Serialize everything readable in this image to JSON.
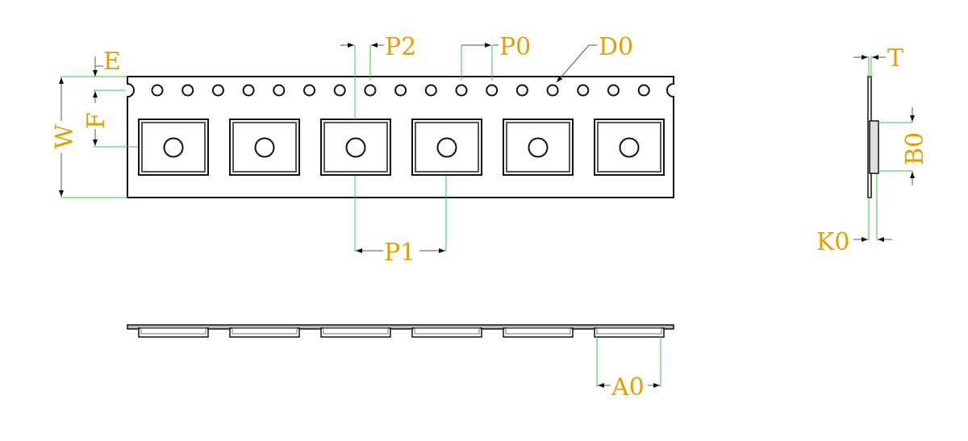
{
  "labels": {
    "E": "E",
    "W": "W",
    "F": "F",
    "P2": "P2",
    "P0": "P0",
    "D0": "D0",
    "P1": "P1",
    "T": "T",
    "B0": "B0",
    "K0": "K0",
    "A0": "A0"
  },
  "tape": {
    "sprocket_holes": 17,
    "pockets": 6
  },
  "colors": {
    "label": "#E0A000",
    "dimension_line": "#3ec43e",
    "outline": "#111111"
  }
}
